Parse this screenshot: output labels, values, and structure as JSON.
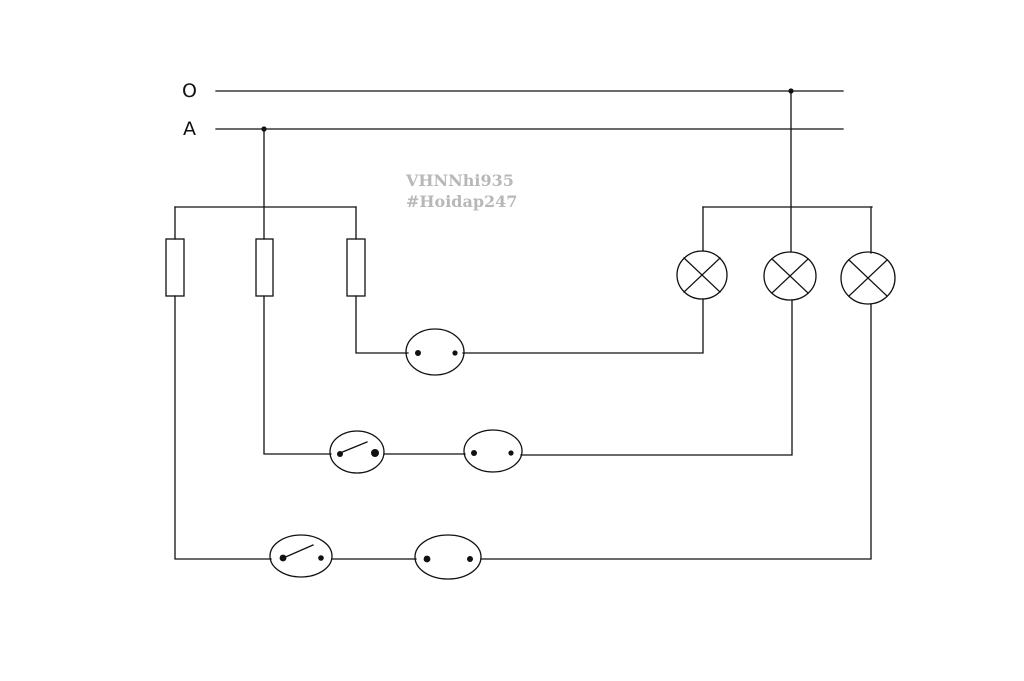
{
  "rails": {
    "neutral_label": "O",
    "phase_label": "A"
  },
  "watermark": {
    "line1": "VHNNhi935",
    "line2": "#Hoidap247"
  },
  "components": {
    "fuses": 3,
    "lamps": 3,
    "sockets": 3,
    "switches": 2
  },
  "colors": {
    "wire": "#111111",
    "watermark": "#b8b8b8",
    "background": "#ffffff"
  }
}
